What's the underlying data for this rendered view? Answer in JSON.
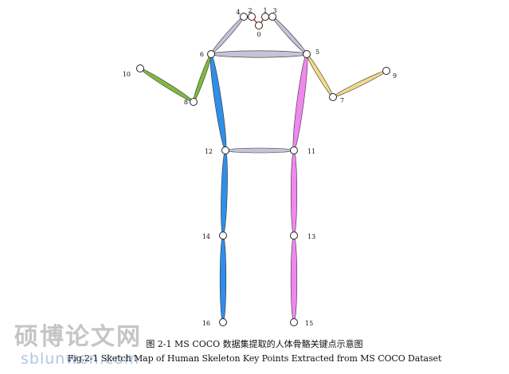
{
  "diagram": {
    "keypoints": [
      {
        "id": "0",
        "label": "0"
      },
      {
        "id": "1",
        "label": "1"
      },
      {
        "id": "2",
        "label": "2"
      },
      {
        "id": "3",
        "label": "3"
      },
      {
        "id": "4",
        "label": "4"
      },
      {
        "id": "5",
        "label": "5"
      },
      {
        "id": "6",
        "label": "6"
      },
      {
        "id": "7",
        "label": "7"
      },
      {
        "id": "8",
        "label": "8"
      },
      {
        "id": "9",
        "label": "9"
      },
      {
        "id": "10",
        "label": "10"
      },
      {
        "id": "11",
        "label": "11"
      },
      {
        "id": "12",
        "label": "12"
      },
      {
        "id": "13",
        "label": "13"
      },
      {
        "id": "14",
        "label": "14"
      },
      {
        "id": "15",
        "label": "15"
      },
      {
        "id": "16",
        "label": "16"
      }
    ],
    "limbs": [
      {
        "from": "0",
        "to": "1",
        "color": "#e04010"
      },
      {
        "from": "0",
        "to": "2",
        "color": "#e04010"
      },
      {
        "from": "1",
        "to": "3",
        "color": "#e04010"
      },
      {
        "from": "2",
        "to": "4",
        "color": "#e04010"
      },
      {
        "from": "3",
        "to": "5",
        "color": "#c7c2d8"
      },
      {
        "from": "4",
        "to": "6",
        "color": "#c7c2d8"
      },
      {
        "from": "5",
        "to": "6",
        "color": "#c7c2d8"
      },
      {
        "from": "5",
        "to": "7",
        "color": "#f4d98a"
      },
      {
        "from": "7",
        "to": "9",
        "color": "#f4d98a"
      },
      {
        "from": "6",
        "to": "8",
        "color": "#7fba3e"
      },
      {
        "from": "8",
        "to": "10",
        "color": "#7fba3e"
      },
      {
        "from": "5",
        "to": "11",
        "color": "#f087ee"
      },
      {
        "from": "6",
        "to": "12",
        "color": "#2f8ee8"
      },
      {
        "from": "11",
        "to": "12",
        "color": "#c7c2d8"
      },
      {
        "from": "11",
        "to": "13",
        "color": "#f087ee"
      },
      {
        "from": "13",
        "to": "15",
        "color": "#f087ee"
      },
      {
        "from": "12",
        "to": "14",
        "color": "#2f8ee8"
      },
      {
        "from": "14",
        "to": "16",
        "color": "#2f8ee8"
      }
    ]
  },
  "caption": {
    "chinese": "图 2-1 MS COCO  数据集提取的人体骨骼关键点示意图",
    "english": "Fig.2-1 Sketch Map of Human Skeleton Key Points Extracted from MS COCO Dataset"
  },
  "watermark": {
    "main": "硕博论文网",
    "url": "sblunwen.com"
  },
  "colors": {
    "head": "#e04010",
    "torso": "#c7c2d8",
    "right_arm": "#f4d98a",
    "left_arm": "#7fba3e",
    "right_leg": "#f087ee",
    "left_leg": "#2f8ee8"
  }
}
